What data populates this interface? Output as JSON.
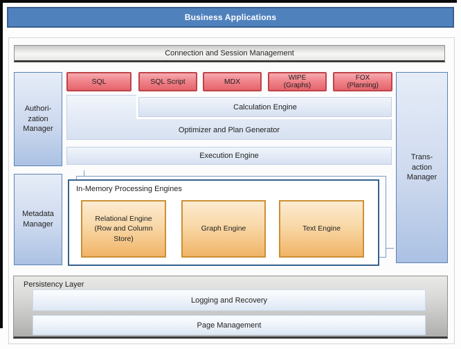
{
  "colors": {
    "brand_blue": "#4f81bd",
    "manager_blue": "#b7c9e8",
    "engine_bar_blue": "#dce6f4",
    "processor_red": "#e5646c",
    "engine_orange": "#f1b468",
    "persistency_gray": "#c6c6c4",
    "inmem_border_blue": "#36608f"
  },
  "business_applications": {
    "label": "Business Applications"
  },
  "connection": {
    "label": "Connection and Session Management"
  },
  "managers": {
    "authorization": {
      "label": "Authori-\nzation\nManager"
    },
    "metadata": {
      "label": "Metadata\nManager"
    },
    "transaction": {
      "label": "Trans-\naction\nManager"
    }
  },
  "processors": {
    "items": [
      {
        "label": "SQL"
      },
      {
        "label": "SQL Script"
      },
      {
        "label": "MDX"
      },
      {
        "label": "WIPE\n(Graphs)"
      },
      {
        "label": "FOX\n(Planning)"
      }
    ]
  },
  "engine_layer": {
    "calculation": {
      "label": "Calculation Engine"
    },
    "optimizer": {
      "label": "Optimizer and Plan Generator"
    },
    "execution": {
      "label": "Execution Engine"
    }
  },
  "in_memory": {
    "title": "In-Memory Processing Engines",
    "items": [
      {
        "label": "Relational Engine\n(Row and Column\nStore)"
      },
      {
        "label": "Graph Engine"
      },
      {
        "label": "Text Engine"
      }
    ]
  },
  "persistency": {
    "title": "Persistency Layer",
    "items": [
      {
        "label": "Logging and Recovery"
      },
      {
        "label": "Page Management"
      }
    ]
  }
}
